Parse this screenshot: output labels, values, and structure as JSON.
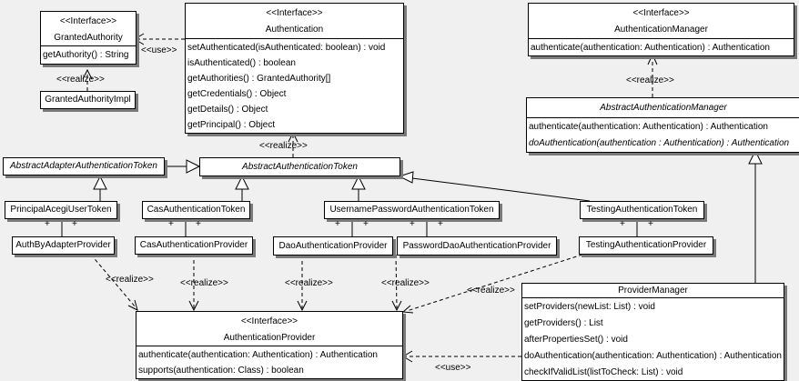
{
  "colors": {
    "background": "#f0f0f0",
    "box_fill": "#ffffff",
    "line": "#000000",
    "shadow": "#7a7a7a"
  },
  "edges": {
    "use_label": "<<use>>",
    "realize_label": "<<realize>>",
    "plus": "+"
  },
  "classes": {
    "granted_authority": {
      "stereotype": "<<Interface>>",
      "name": "GrantedAuthority",
      "methods": [
        "getAuthority() : String"
      ]
    },
    "granted_authority_impl": {
      "name": "GrantedAuthorityImpl"
    },
    "authentication": {
      "stereotype": "<<Interface>>",
      "name": "Authentication",
      "methods": [
        "setAuthenticated(isAuthenticated: boolean) : void",
        "isAuthenticated() : boolean",
        "getAuthorities() : GrantedAuthority[]",
        "getCredentials() : Object",
        "getDetails() : Object",
        "getPrincipal() : Object"
      ]
    },
    "authentication_manager": {
      "stereotype": "<<Interface>>",
      "name": "AuthenticationManager",
      "methods": [
        "authenticate(authentication: Authentication) : Authentication"
      ]
    },
    "abstract_authentication_manager": {
      "name": "AbstractAuthenticationManager",
      "methods": [
        "authenticate(authentication: Authentication) : Authentication",
        "doAuthentication(authentication : Authentication) : Authentication"
      ]
    },
    "abstract_adapter_authentication_token": {
      "name": "AbstractAdapterAuthenticationToken"
    },
    "abstract_authentication_token": {
      "name": "AbstractAuthenticationToken"
    },
    "principal_acegi_user_token": {
      "name": "PrincipalAcegiUserToken"
    },
    "cas_authentication_token": {
      "name": "CasAuthenticationToken"
    },
    "username_password_authentication_token": {
      "name": "UsernamePasswordAuthenticationToken"
    },
    "testing_authentication_token": {
      "name": "TestingAuthenticationToken"
    },
    "auth_by_adapter_provider": {
      "name": "AuthByAdapterProvider"
    },
    "cas_authentication_provider": {
      "name": "CasAuthenticationProvider"
    },
    "dao_authentication_provider": {
      "name": "DaoAuthenticationProvider"
    },
    "password_dao_authentication_provider": {
      "name": "PasswordDaoAuthenticationProvider"
    },
    "testing_authentication_provider": {
      "name": "TestingAuthenticationProvider"
    },
    "provider_manager": {
      "name": "ProviderManager",
      "methods": [
        "setProviders(newList: List) : void",
        "getProviders() : List",
        "afterPropertiesSet() : void",
        "doAuthentication(authentication: Authentication) : Authentication",
        "checkIfValidList(listToCheck: List) : void"
      ]
    },
    "authentication_provider": {
      "stereotype": "<<Interface>>",
      "name": "AuthenticationProvider",
      "methods": [
        "authenticate(authentication: Authentication) : Authentication",
        "supports(authentication: Class) : boolean"
      ]
    }
  }
}
